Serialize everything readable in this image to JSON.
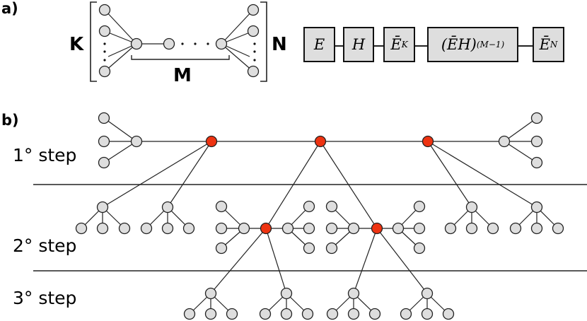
{
  "panel_a": {
    "label": "a)",
    "bracket_left_label": "K",
    "bracket_right_label": "N",
    "span_label": "M",
    "blocks": [
      {
        "main": "E",
        "sup": ""
      },
      {
        "main": "H",
        "sup": ""
      },
      {
        "main": "Ē",
        "sup": "K"
      },
      {
        "main": "(ĒH)",
        "sup": "(M−1)"
      },
      {
        "main": "Ē",
        "sup": "N"
      }
    ]
  },
  "panel_b": {
    "label": "b)",
    "steps": [
      "1° step",
      "2° step",
      "3° step"
    ]
  },
  "colors": {
    "node_fill": "#dedede",
    "node_stroke": "#222222",
    "highlight_node": "#ee3311",
    "edge": "#222222"
  }
}
